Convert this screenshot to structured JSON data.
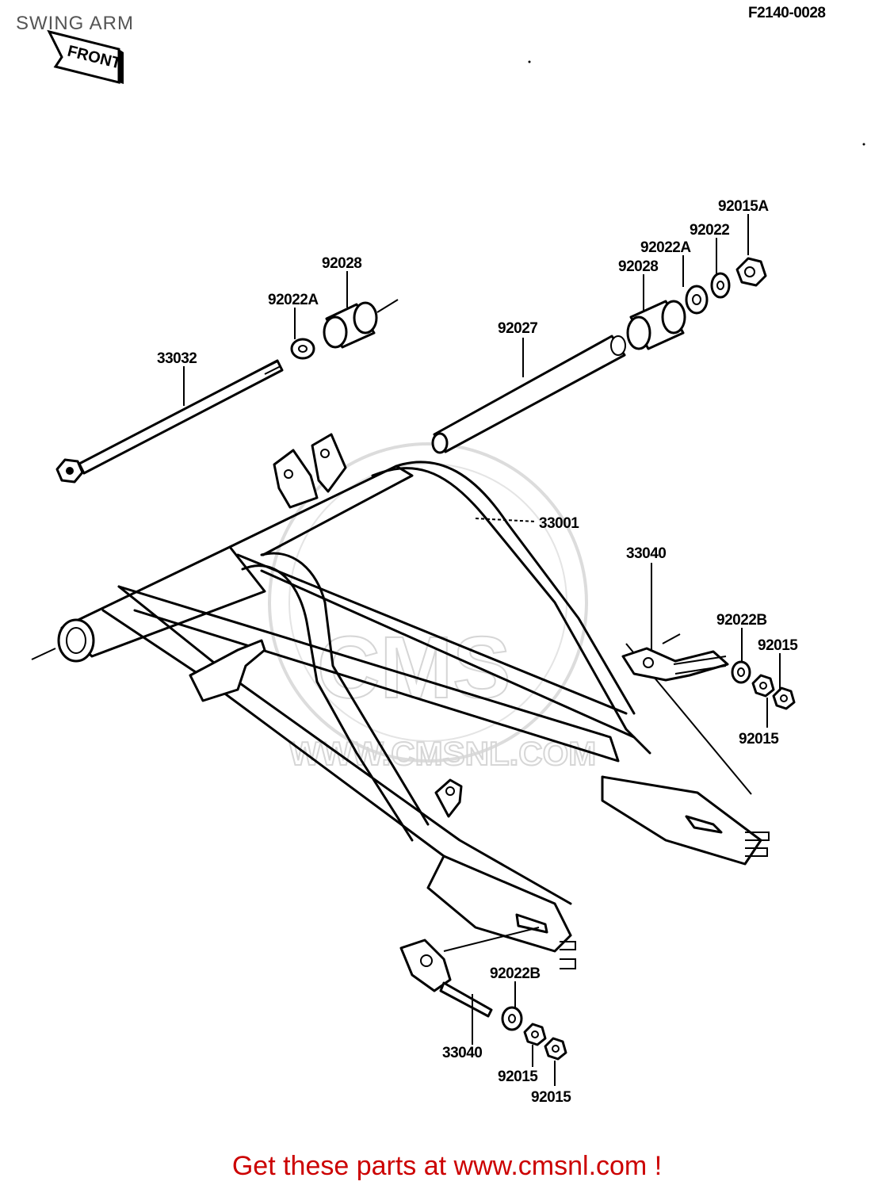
{
  "header": {
    "title": "SWING ARM",
    "figure_code": "F2140-0028",
    "front_arrow": "FRONT"
  },
  "labels": {
    "l_33032": "33032",
    "l_92022A_left": "92022A",
    "l_92028_left": "92028",
    "l_92027": "92027",
    "l_92028_right": "92028",
    "l_92022A_right": "92022A",
    "l_92022": "92022",
    "l_92015A": "92015A",
    "l_33001": "33001",
    "l_33040_right": "33040",
    "l_92022B_right": "92022B",
    "l_92015_right_a": "92015",
    "l_92015_right_b": "92015",
    "l_92022B_bottom": "92022B",
    "l_33040_bottom": "33040",
    "l_92015_bottom_a": "92015",
    "l_92015_bottom_b": "92015"
  },
  "watermark": {
    "brand": "CMS",
    "url": "WWW.CMSNL.COM"
  },
  "footer": {
    "cta": "Get these parts at www.cmsnl.com !",
    "cta_color": "#cc0000"
  }
}
